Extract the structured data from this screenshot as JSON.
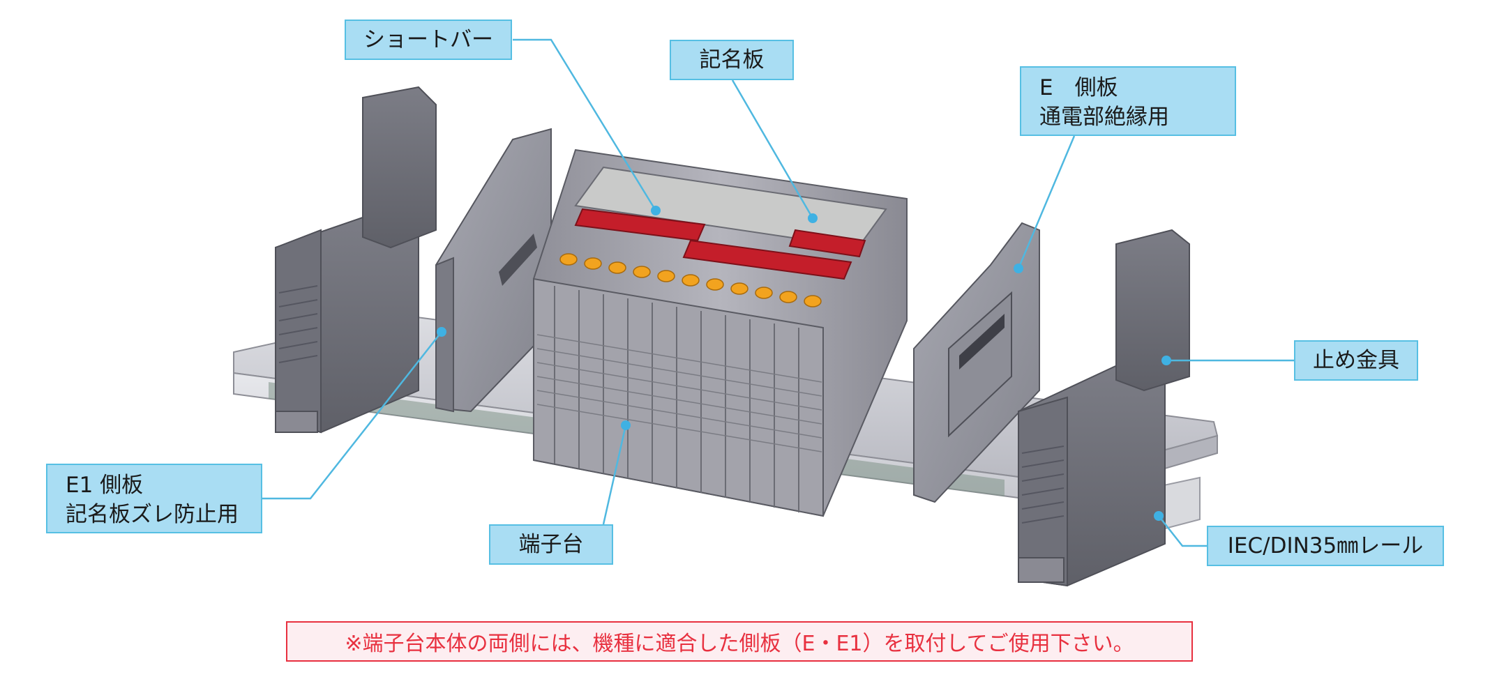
{
  "labels": {
    "short_bar": "ショートバー",
    "nameplate": "記名板",
    "e_side_plate_line1": "E　側板",
    "e_side_plate_line2": "通電部絶縁用",
    "end_bracket": "止め金具",
    "e1_side_plate_line1": "E1 側板",
    "e1_side_plate_line2": "記名板ズレ防止用",
    "terminal_block": "端子台",
    "din_rail": "IEC/DIN35㎜レール"
  },
  "note": "※端子台本体の両側には、機種に適合した側板（E・E1）を取付してご使用下さい。",
  "colors": {
    "label_fill": "#a9ddf3",
    "label_border": "#56bfe3",
    "leader_line": "#4fb8e0",
    "note_border": "#e8303f",
    "note_text": "#e8303f",
    "body_grey": "#9a9aa3",
    "short_bar_red": "#c41e2a",
    "terminal_orange": "#f2a31f"
  }
}
